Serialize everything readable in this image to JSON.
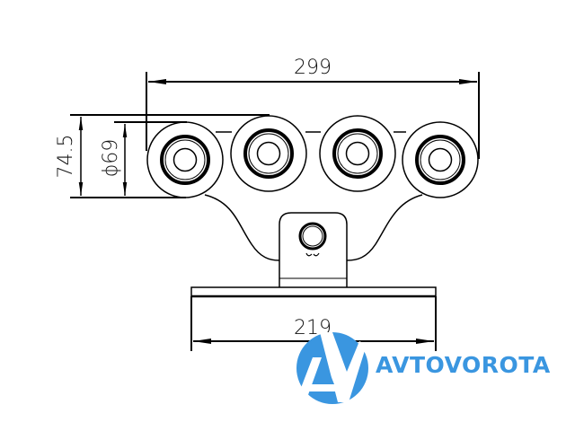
{
  "drawing": {
    "dimensions": {
      "overall_width": "299",
      "height": "74.5",
      "wheel_diameter": "ϕ69",
      "base_width": "219"
    },
    "wheel_count": 4
  },
  "logo": {
    "text": "AVTOVOROTA",
    "color": "#3a96e0"
  }
}
